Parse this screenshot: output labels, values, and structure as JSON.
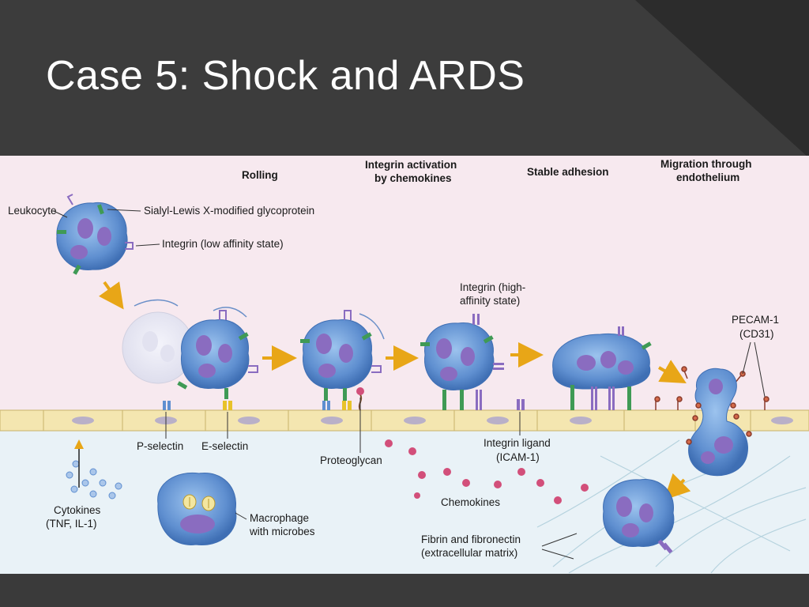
{
  "slide": {
    "title": "Case 5: Shock and ARDS"
  },
  "figure": {
    "stages": {
      "rolling": "Rolling",
      "integrin_activation_1": "Integrin activation",
      "integrin_activation_2": "by chemokines",
      "stable_adhesion": "Stable adhesion",
      "migration_1": "Migration through",
      "migration_2": "endothelium"
    },
    "labels": {
      "leukocyte": "Leukocyte",
      "sialyl_lewis": "Sialyl-Lewis X-modified glycoprotein",
      "integrin_low": "Integrin (low affinity state)",
      "integrin_high_1": "Integrin (high-",
      "integrin_high_2": "affinity state)",
      "pecam_1": "PECAM-1",
      "pecam_2": "(CD31)",
      "p_selectin": "P-selectin",
      "e_selectin": "E-selectin",
      "proteoglycan": "Proteoglycan",
      "integrin_ligand_1": "Integrin ligand",
      "integrin_ligand_2": "(ICAM-1)",
      "cytokines_1": "Cytokines",
      "cytokines_2": "(TNF, IL-1)",
      "macrophage_1": "Macrophage",
      "macrophage_2": "with microbes",
      "chemokines": "Chemokines",
      "fibrin_1": "Fibrin and fibronectin",
      "fibrin_2": "(extracellular matrix)"
    },
    "colors": {
      "cell": "#5f8fd0",
      "nucleus": "#8a6cc0",
      "selectin_ligand": "#3f9a55",
      "arrow": "#e8a617",
      "endothelium": "#f4e6b0",
      "chemokine": "#d24f7a"
    }
  }
}
